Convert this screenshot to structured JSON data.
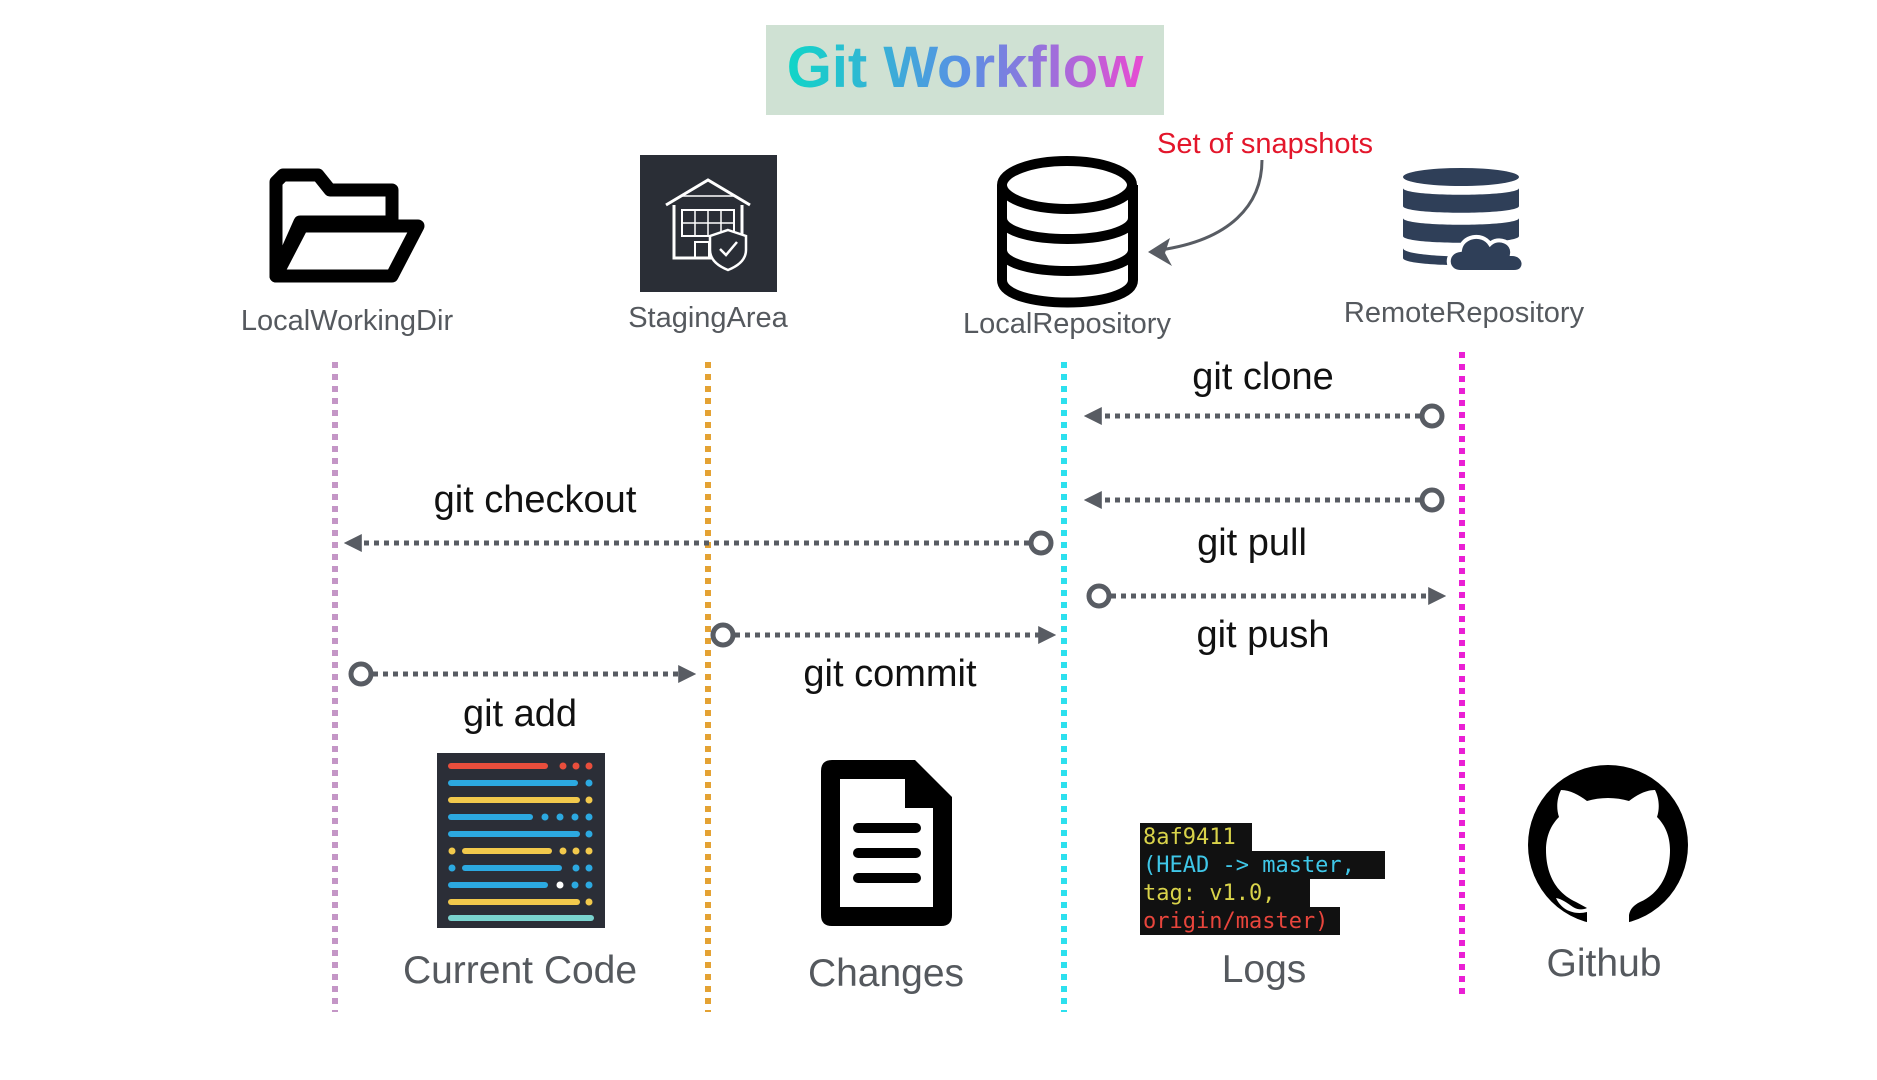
{
  "title": "Git Workflow",
  "annotation": "Set of snapshots",
  "areas": [
    {
      "label": "LocalWorkingDir",
      "icon": "folder-icon",
      "line_color": "#c496c6"
    },
    {
      "label": "StagingArea",
      "icon": "warehouse-shield-icon",
      "line_color": "#e4a233"
    },
    {
      "label": "LocalRepository",
      "icon": "database-icon",
      "line_color": "#2ce0ee"
    },
    {
      "label": "RemoteRepository",
      "icon": "cloud-database-icon",
      "line_color": "#ea1fd4"
    }
  ],
  "commands": [
    {
      "label": "git clone",
      "from": "RemoteRepository",
      "to": "LocalRepository"
    },
    {
      "label": "git checkout",
      "from": "LocalRepository",
      "to": "LocalWorkingDir"
    },
    {
      "label": "git pull",
      "from": "RemoteRepository",
      "to": "LocalRepository"
    },
    {
      "label": "git push",
      "from": "LocalRepository",
      "to": "RemoteRepository"
    },
    {
      "label": "git commit",
      "from": "StagingArea",
      "to": "LocalRepository"
    },
    {
      "label": "git add",
      "from": "LocalWorkingDir",
      "to": "StagingArea"
    }
  ],
  "bottom": [
    {
      "label": "Current Code",
      "icon": "code-editor-icon"
    },
    {
      "label": "Changes",
      "icon": "document-icon"
    },
    {
      "label": "Logs",
      "icon": "terminal-log-icon"
    },
    {
      "label": "Github",
      "icon": "github-icon"
    }
  ],
  "log_lines": [
    "8af9411",
    "(HEAD -> master,",
    "tag: v1.0,",
    "origin/master)"
  ],
  "colors": {
    "title_bg": "#cfe1d3",
    "title_gradient": [
      "#10d6c7",
      "#5a8fe4",
      "#e84bd2"
    ],
    "annotation": "#e3162b",
    "arrow": "#585c63",
    "label_grey": "#55595e",
    "log_yellow": "#d9d34a",
    "log_cyan": "#3fc7e8",
    "log_green": "#7ed957",
    "log_red": "#e8453c"
  }
}
